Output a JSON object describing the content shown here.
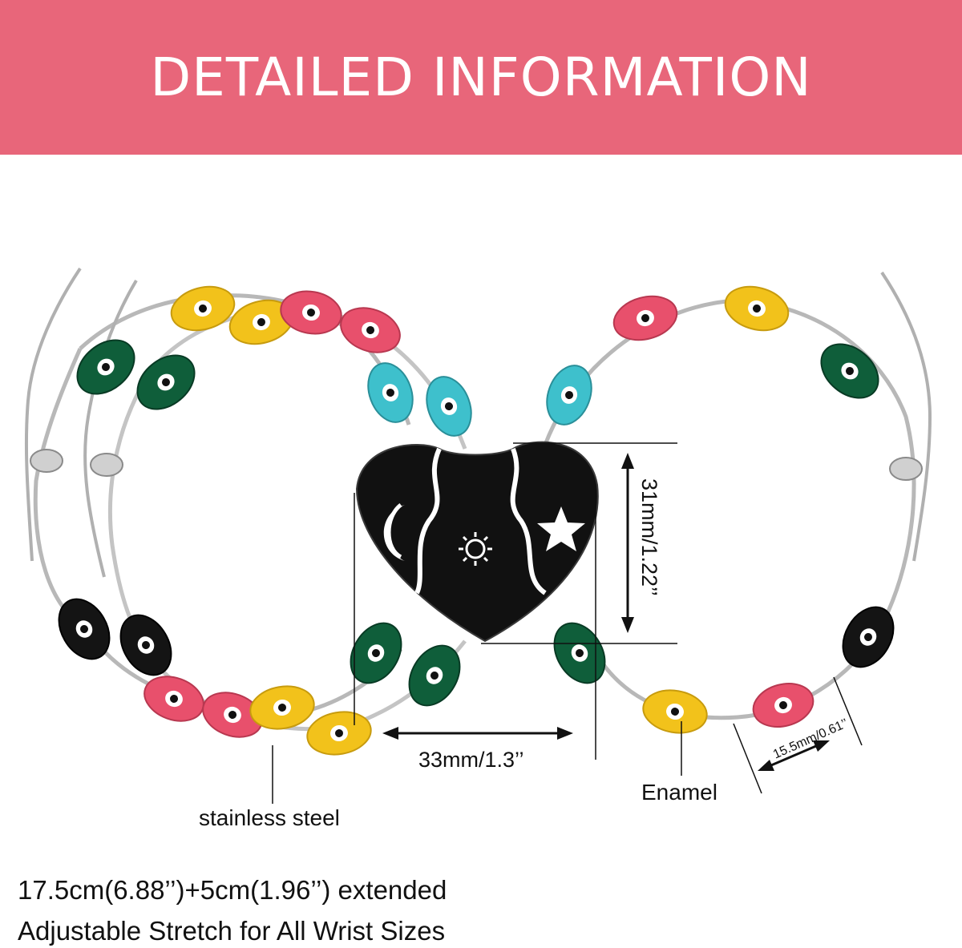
{
  "banner": {
    "title": "DETAILED INFORMATION",
    "color": "#e8667a"
  },
  "dimensions": {
    "pendant_height": "31mm/1.22’’",
    "pendant_width": "33mm/1.3’’",
    "link_length": "15.5mm/0.61’’"
  },
  "callouts": {
    "chain_material": "stainless steel",
    "bead_material": "Enamel"
  },
  "specs": {
    "length_line": "17.5cm(6.88’’)+5cm(1.96’’) extended",
    "fit_line": "Adjustable Stretch for All Wrist Sizes"
  },
  "pendant": {
    "pieces": [
      "moon",
      "sun",
      "star"
    ],
    "color": "#111111"
  },
  "bead_colors": {
    "yellow": "#f2c21b",
    "pink": "#e8506c",
    "turquoise": "#3ec0cc",
    "green": "#0f5e3a",
    "black": "#141414"
  }
}
